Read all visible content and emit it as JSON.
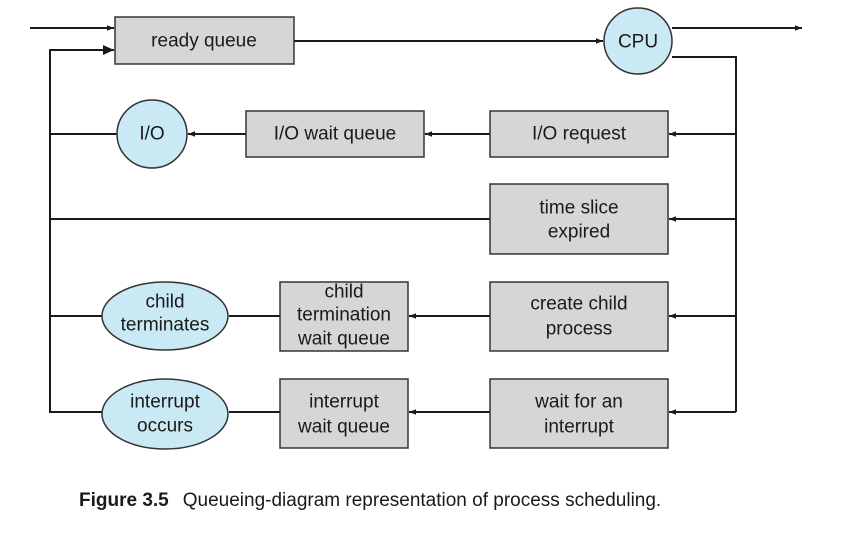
{
  "diagram": {
    "ready_queue": "ready queue",
    "cpu": "CPU",
    "io": "I/O",
    "io_wait_queue": "I/O wait queue",
    "io_request": "I/O request",
    "time_slice": [
      "time slice",
      "expired"
    ],
    "child_terminates": [
      "child",
      "terminates"
    ],
    "child_termination_wait_queue": [
      "child",
      "termination",
      "wait queue"
    ],
    "create_child_process": [
      "create child",
      "process"
    ],
    "interrupt_occurs": [
      "interrupt",
      "occurs"
    ],
    "interrupt_wait_queue": [
      "interrupt",
      "wait queue"
    ],
    "wait_for_interrupt": [
      "wait for an",
      "interrupt"
    ]
  },
  "caption": {
    "figure_number": "Figure 3.5",
    "text": "Queueing-diagram representation of process scheduling."
  }
}
